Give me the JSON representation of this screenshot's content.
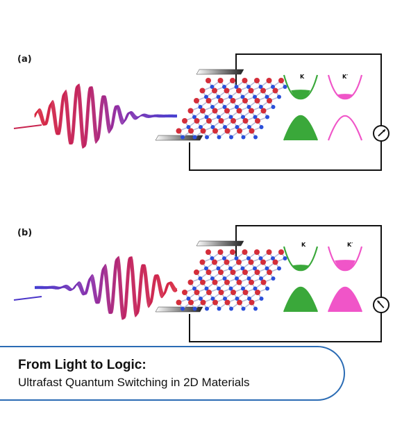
{
  "panels": [
    {
      "label": "(a)",
      "valley_k": "K",
      "valley_kprime": "K′",
      "k_filled": "upper",
      "kprime_filled": "upper-partial",
      "wave_order": "red-to-blue"
    },
    {
      "label": "(b)",
      "valley_k": "K",
      "valley_kprime": "K′",
      "k_filled": "lower",
      "kprime_filled": "upper",
      "wave_order": "blue-to-red"
    }
  ],
  "caption": {
    "title": "From Light to Logic:",
    "subtitle": "Ultrafast Quantum Switching in 2D Materials"
  },
  "colors": {
    "wave_red": "#c8234e",
    "wave_blue": "#4a35c9",
    "k_valley": "#3aa83a",
    "kprime_valley": "#f055c8",
    "atom_red": "#d42e3a",
    "atom_blue": "#2b4fd9",
    "caption_border": "#2a6bb4"
  },
  "icons": [
    "meter-icon"
  ]
}
